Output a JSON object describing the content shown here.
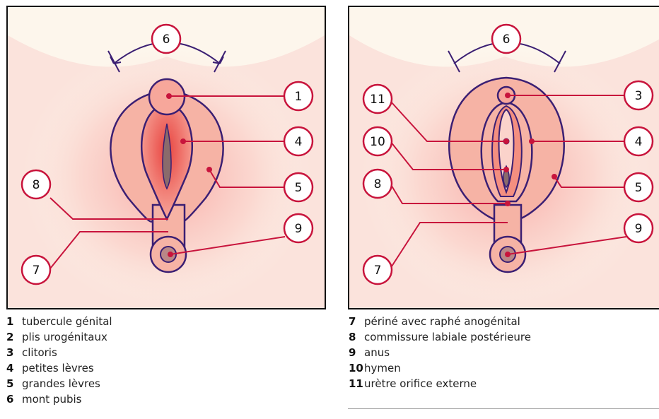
{
  "left_diagram": {
    "callouts": [
      "6",
      "1",
      "4",
      "5",
      "8",
      "9",
      "7"
    ]
  },
  "right_diagram": {
    "callouts": [
      "6",
      "3",
      "11",
      "4",
      "10",
      "5",
      "8",
      "9",
      "7"
    ]
  },
  "legend_left": [
    {
      "num": "1",
      "text": "tubercule génital"
    },
    {
      "num": "2",
      "text": "plis urogénitaux"
    },
    {
      "num": "3",
      "text": "clitoris"
    },
    {
      "num": "4",
      "text": "petites lèvres"
    },
    {
      "num": "5",
      "text": "grandes lèvres"
    },
    {
      "num": "6",
      "text": "mont pubis"
    }
  ],
  "legend_right": [
    {
      "num": "7",
      "text": "périné avec raphé anogénital"
    },
    {
      "num": "8",
      "text": "commissure labiale postérieure"
    },
    {
      "num": "9",
      "text": "anus"
    },
    {
      "num": "10",
      "text": "hymen"
    },
    {
      "num": "11",
      "text": "urètre orifice externe"
    }
  ],
  "colors": {
    "outline": "#3b1f73",
    "callout_line": "#c8143c",
    "skin": "#f6b6a6",
    "inner": "#e85a5a",
    "background": "#fdf6ec"
  }
}
